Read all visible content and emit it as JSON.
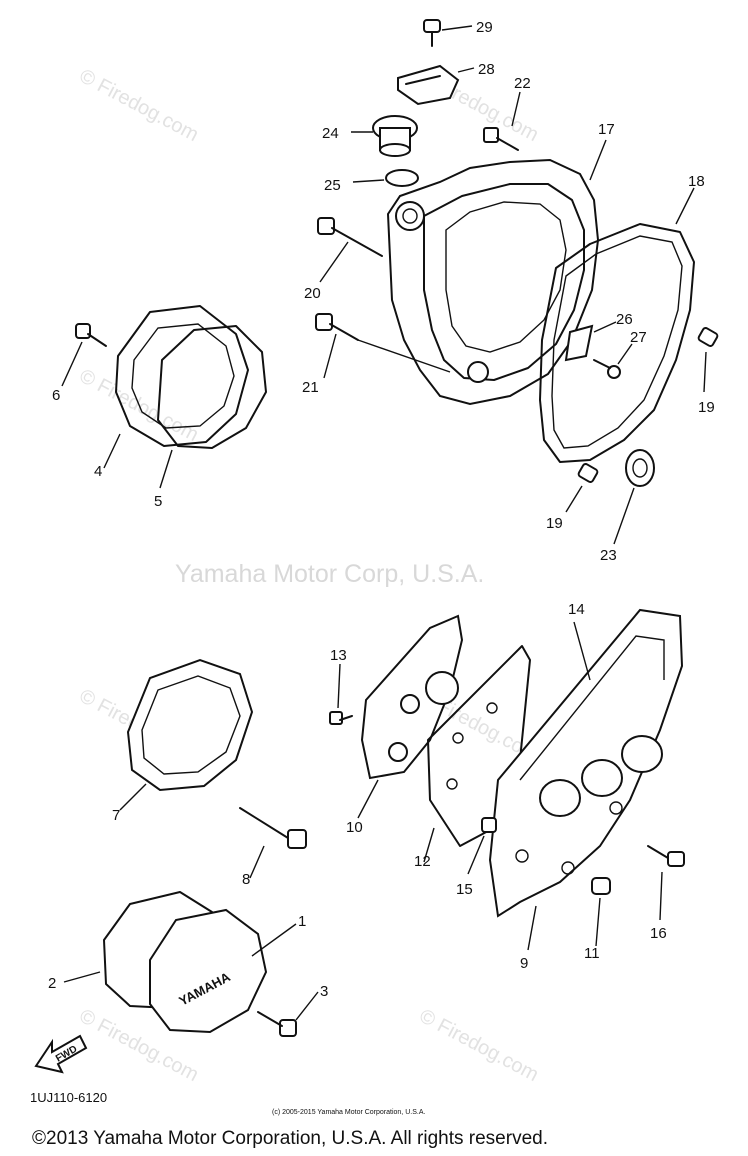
{
  "watermarks": {
    "site": "© Firedog.com",
    "center": "Yamaha Motor Corp, U.S.A."
  },
  "part_numbers": {
    "p1": "1",
    "p2": "2",
    "p3": "3",
    "p4": "4",
    "p5": "5",
    "p6": "6",
    "p7": "7",
    "p8": "8",
    "p9": "9",
    "p10": "10",
    "p11": "11",
    "p12": "12",
    "p13": "13",
    "p14": "14",
    "p15": "15",
    "p16": "16",
    "p17": "17",
    "p18": "18",
    "p19a": "19",
    "p19b": "19",
    "p20": "20",
    "p21": "21",
    "p22": "22",
    "p23": "23",
    "p24": "24",
    "p25": "25",
    "p26": "26",
    "p27": "27",
    "p28": "28",
    "p29": "29"
  },
  "cover_logo": "YAMAHA",
  "fwd_label": "FWD",
  "diagram_code": "1UJ110-6120",
  "small_copyright": "(c) 2005-2015 Yamaha Motor Corporation, U.S.A.",
  "footer_copyright": "©2013 Yamaha Motor Corporation, U.S.A. All rights reserved."
}
